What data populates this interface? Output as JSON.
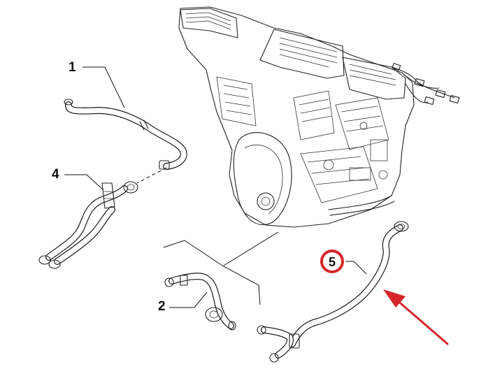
{
  "diagram": {
    "labels": {
      "part_1": "1",
      "part_2": "2",
      "part_4": "4",
      "part_5": "5"
    },
    "colors": {
      "highlight": "#d6262b",
      "ink": "#1a1a1a",
      "background": "#ffffff"
    }
  }
}
